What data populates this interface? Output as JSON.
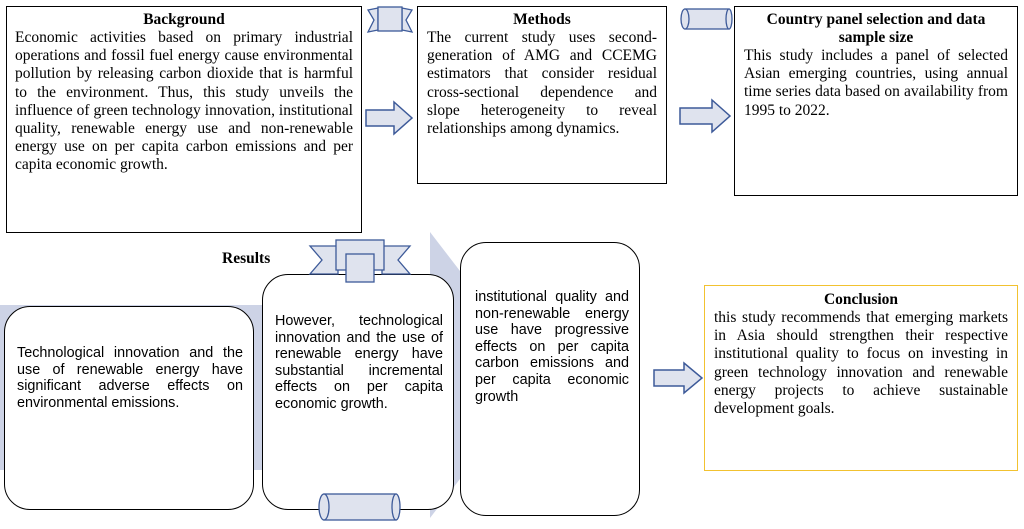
{
  "background": {
    "title": "Background",
    "text": "Economic activities based on primary industrial operations and fossil fuel energy cause environmental pollution by releasing carbon dioxide that is harmful to the environment. Thus, this study unveils the influence of green technology innovation, institutional quality, renewable energy use and non-renewable energy use on per capita carbon emissions and per capita economic growth."
  },
  "methods": {
    "title": "Methods",
    "text": "The current study uses second-generation of AMG and CCEMG estimators that consider residual cross-sectional dependence and slope heterogeneity to reveal relationships among dynamics."
  },
  "country_panel": {
    "title": "Country panel selection and data sample size",
    "text": "This study includes a panel of selected Asian emerging countries, using annual time series data based on availability from 1995 to 2022."
  },
  "results": {
    "label": "Results",
    "finding_1": "Technological innovation and the use of renewable energy have significant adverse effects on environmental emissions.",
    "finding_2": "However, technological innovation and the use of renewable energy have substantial incremental effects on per capita economic growth.",
    "finding_3": "institutional quality and non-renewable energy use have progressive effects on per capita carbon emissions and per capita economic growth"
  },
  "conclusion": {
    "title": "Conclusion",
    "text": "this study recommends that emerging markets in Asia should strengthen their respective institutional quality to focus on investing in green technology innovation and renewable energy projects to achieve sustainable development goals."
  },
  "colors": {
    "border": "#000000",
    "conclusion_border": "#f2c230",
    "arrow_fill": "#dfe3ee",
    "arrow_stroke": "#3d5a99",
    "chevron_band": "#cdd3e6"
  },
  "icons": [
    "scroll-banner-icon",
    "right-arrow-icon",
    "chevron-band-shape"
  ]
}
